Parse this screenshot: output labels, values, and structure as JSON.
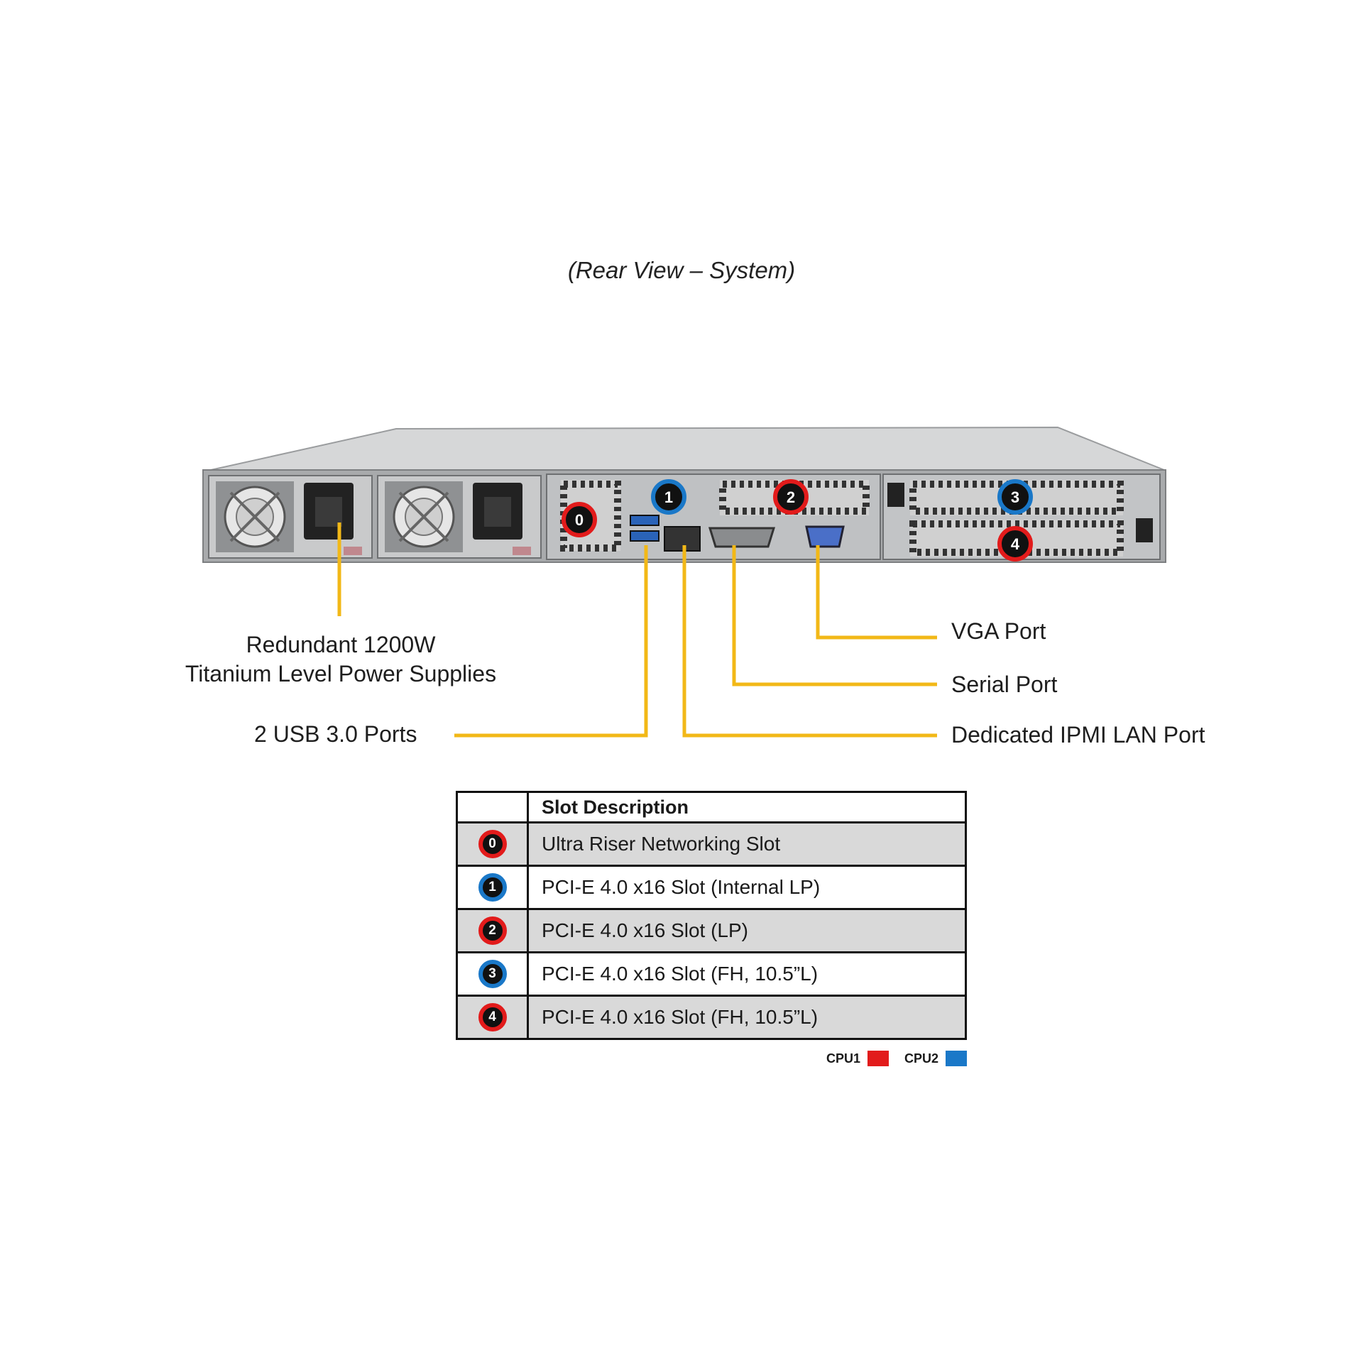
{
  "caption": "(Rear View – System)",
  "callouts": {
    "psu_line1": "Redundant 1200W",
    "psu_line2": "Titanium Level Power Supplies",
    "usb": "2 USB 3.0 Ports",
    "vga": "VGA Port",
    "serial": "Serial Port",
    "ipmi": "Dedicated IPMI LAN Port"
  },
  "server_badges": [
    {
      "num": "0",
      "cpu": "CPU1"
    },
    {
      "num": "1",
      "cpu": "CPU2"
    },
    {
      "num": "2",
      "cpu": "CPU1"
    },
    {
      "num": "3",
      "cpu": "CPU2"
    },
    {
      "num": "4",
      "cpu": "CPU1"
    }
  ],
  "table": {
    "header": "Slot Description",
    "rows": [
      {
        "num": "0",
        "desc": "Ultra Riser Networking Slot",
        "cpu": "CPU1"
      },
      {
        "num": "1",
        "desc": "PCI-E 4.0 x16 Slot (Internal LP)",
        "cpu": "CPU2"
      },
      {
        "num": "2",
        "desc": "PCI-E 4.0 x16 Slot (LP)",
        "cpu": "CPU1"
      },
      {
        "num": "3",
        "desc": "PCI-E 4.0 x16 Slot (FH, 10.5”L)",
        "cpu": "CPU2"
      },
      {
        "num": "4",
        "desc": "PCI-E 4.0 x16 Slot (FH, 10.5”L)",
        "cpu": "CPU1"
      }
    ]
  },
  "legend": {
    "cpu1_label": "CPU1",
    "cpu1_color": "#e21b1b",
    "cpu2_label": "CPU2",
    "cpu2_color": "#1a78c8"
  },
  "colors": {
    "callout_line": "#f2b817",
    "chassis": "#b9bbbd"
  }
}
